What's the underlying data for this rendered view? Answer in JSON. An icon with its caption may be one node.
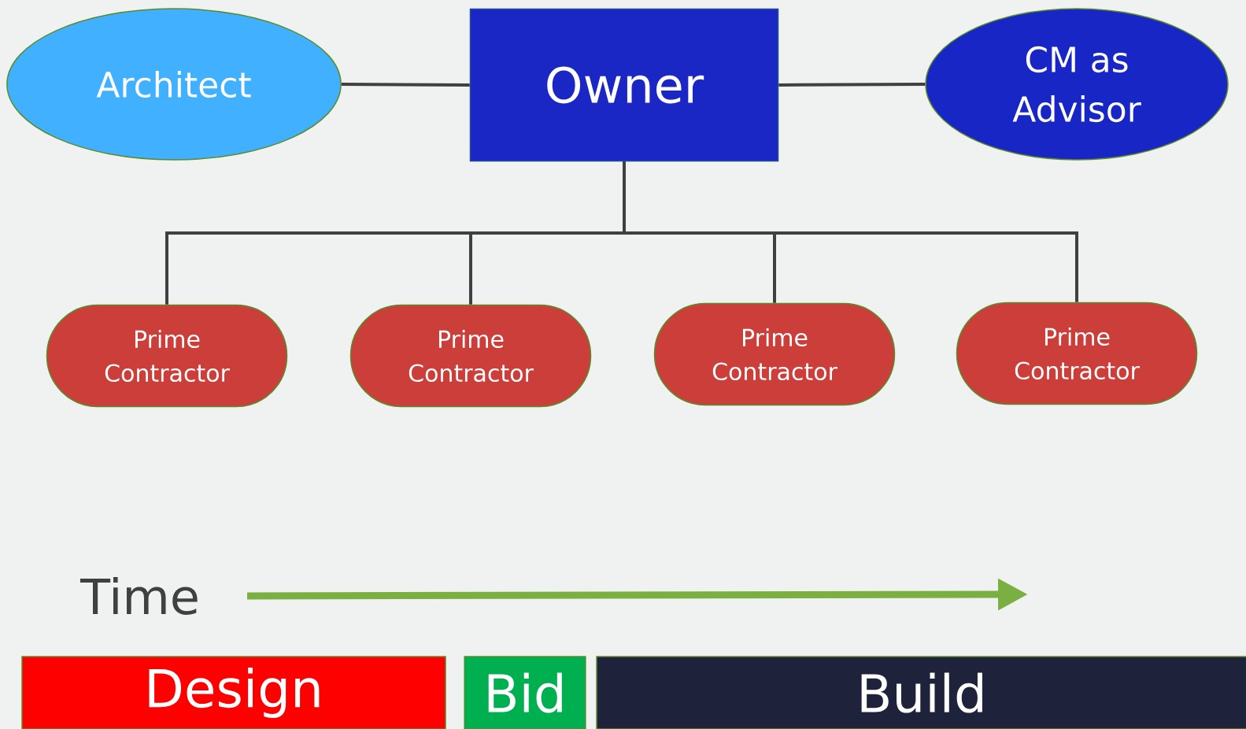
{
  "diagram": {
    "nodes": [
      {
        "text": [
          "Architect"
        ]
      },
      {
        "text": [
          "Owner"
        ]
      },
      {
        "text": [
          "CM as Advisor"
        ]
      },
      {
        "text": [
          "Prime Contractor"
        ]
      },
      {
        "text": [
          "Prime Contractor"
        ]
      },
      {
        "text": [
          "Prime Contractor"
        ]
      },
      {
        "text": [
          "Prime Contractor"
        ]
      },
      {
        "text": [
          "Design"
        ]
      },
      {
        "text": [
          "Bid"
        ]
      },
      {
        "text": [
          "Build"
        ]
      }
    ],
    "edges": [
      {
        "from": 0,
        "to": 1,
        "arrow": "none"
      },
      {
        "from": 1,
        "to": 2,
        "arrow": "none"
      },
      {
        "from": 1,
        "to": 3,
        "arrow": "none"
      },
      {
        "from": 1,
        "to": 4,
        "arrow": "none"
      },
      {
        "from": 1,
        "to": 5,
        "arrow": "none"
      },
      {
        "from": 1,
        "to": 6,
        "arrow": "none"
      }
    ],
    "labels": [
      "Time"
    ]
  }
}
